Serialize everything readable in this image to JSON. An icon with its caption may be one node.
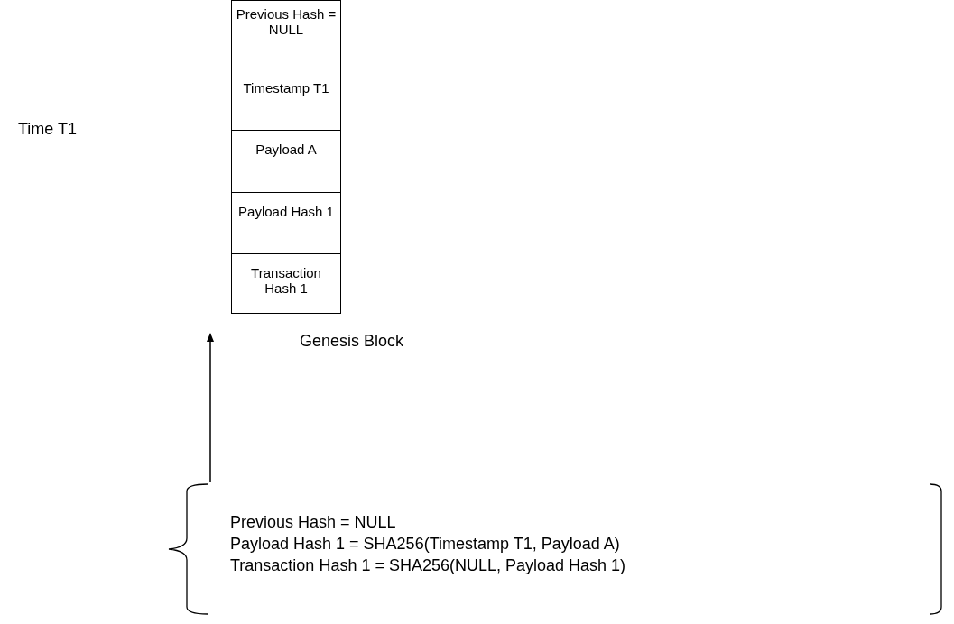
{
  "diagram": {
    "nodes": [
      {
        "text": [
          "Genesis Block"
        ]
      },
      {
        "text": [
          "Previous Hash = NULL"
        ],
        "in": 0
      },
      {
        "text": [
          "Timestamp T1"
        ],
        "in": 0
      },
      {
        "text": [
          "Payload A"
        ],
        "in": 0
      },
      {
        "text": [
          "Payload Hash 1"
        ],
        "in": 0
      },
      {
        "text": [
          "Transaction Hash 1"
        ],
        "in": 0
      },
      {
        "text": [
          "Previous Hash = NULL",
          "Payload Hash 1 = SHA256(Timestamp T1, Payload A)",
          "Transaction Hash 1 = SHA256(NULL, Payload Hash 1)"
        ]
      }
    ],
    "edges": [
      {
        "from": 6,
        "to": 0,
        "arrow": "to"
      }
    ],
    "labels": [
      "Time T1"
    ]
  }
}
